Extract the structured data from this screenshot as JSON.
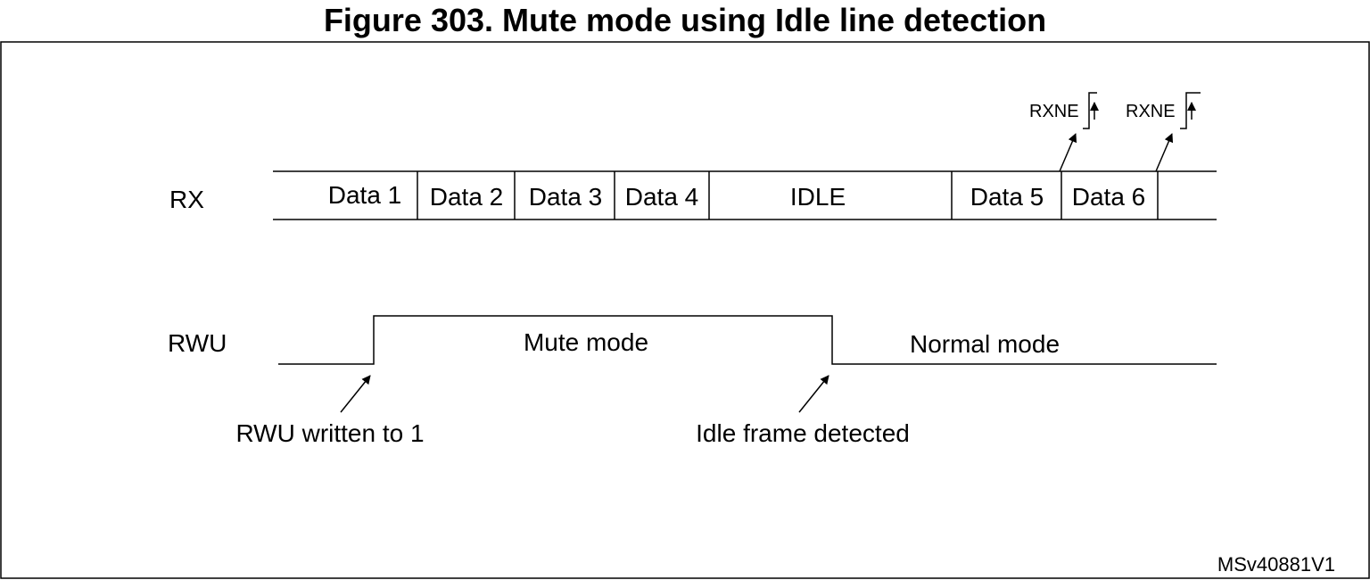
{
  "figure": {
    "title": "Figure 303. Mute mode using Idle line detection",
    "reference_id": "MSv40881V1"
  },
  "rx": {
    "label": "RX",
    "frames": [
      {
        "label": "Data 1"
      },
      {
        "label": "Data 2"
      },
      {
        "label": "Data 3"
      },
      {
        "label": "Data 4"
      },
      {
        "label": "IDLE"
      },
      {
        "label": "Data 5"
      },
      {
        "label": "Data 6"
      }
    ],
    "flags": [
      {
        "label": "RXNE"
      },
      {
        "label": "RXNE"
      }
    ]
  },
  "rwu": {
    "label": "RWU",
    "mute_label": "Mute mode",
    "normal_label": "Normal mode",
    "annotations": {
      "written": "RWU written to 1",
      "idle_detected": "Idle frame detected"
    }
  }
}
